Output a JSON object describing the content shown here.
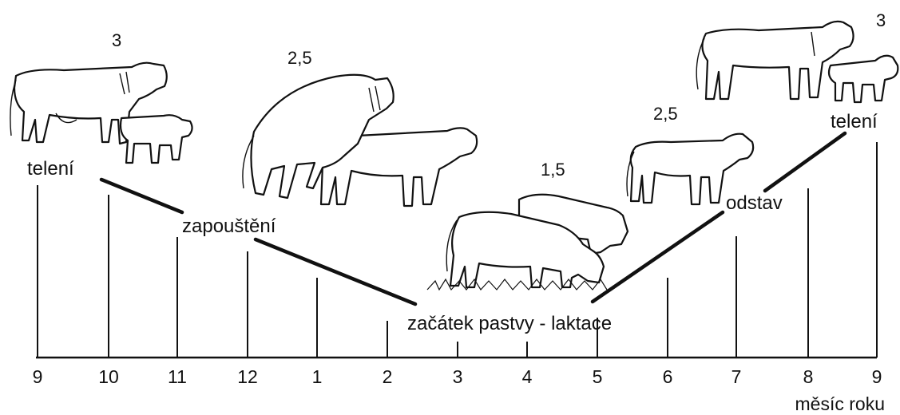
{
  "months": [
    "9",
    "10",
    "11",
    "12",
    "1",
    "2",
    "3",
    "4",
    "5",
    "6",
    "7",
    "8",
    "9"
  ],
  "axis_label": "měsíc roku",
  "stages": {
    "calving_start": "telení",
    "mating": "zapouštění",
    "grazing": "začátek pastvy - laktace",
    "weaning": "odstav",
    "calving_end": "telení"
  },
  "scores": {
    "calving_start": "3",
    "mating": "2,5",
    "grazing": "1,5",
    "weaning": "2,5",
    "calving_end": "3"
  },
  "illustrations": {
    "calving_start": "cow-with-calf-icon",
    "mating": "mating-cattle-icon",
    "grazing": "grazing-cattle-icon",
    "weaning": "heifer-icon",
    "calving_end": "cow-with-calf-icon"
  }
}
